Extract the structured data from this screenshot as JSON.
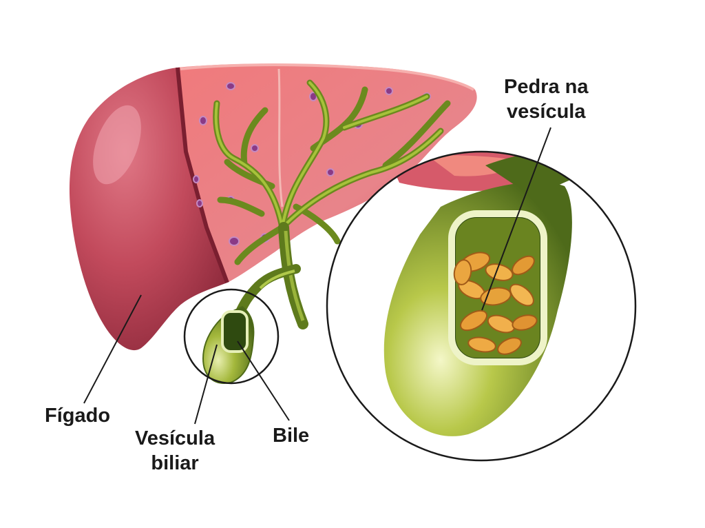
{
  "labels": {
    "liver": "Fígado",
    "gallbladder": [
      "Vesícula",
      "biliar"
    ],
    "bile": "Bile",
    "gallstone": [
      "Pedra na",
      "vesícula"
    ]
  }
}
